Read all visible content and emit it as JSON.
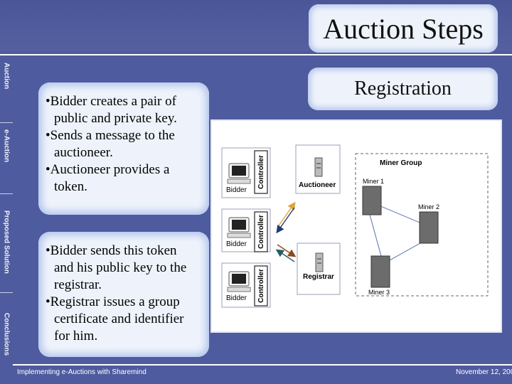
{
  "slide": {
    "title": "Auction Steps",
    "subtitle": "Registration"
  },
  "sidebar": {
    "tabs": [
      {
        "label": "Auction"
      },
      {
        "label": "e-Auction"
      },
      {
        "label": "Proposed Solution"
      },
      {
        "label": "Conclusions"
      }
    ]
  },
  "bubbles": [
    {
      "bullets": [
        "•Bidder creates a pair of",
        "public and private key.",
        "•Sends a message to the",
        "auctioneer.",
        "•Auctioneer provides a",
        "token."
      ]
    },
    {
      "bullets": [
        "•Bidder sends this token",
        "and his public key to the",
        "registrar.",
        "•Registrar issues a group",
        "certificate and identifier",
        "for him."
      ]
    }
  ],
  "diagram": {
    "bidder_label": "Bidder",
    "controller_label": "Controller",
    "auctioneer_label": "Auctioneer",
    "registrar_label": "Registrar",
    "group_label": "Miner Group",
    "miner1_label": "Miner 1",
    "miner2_label": "Miner 2",
    "miner3_label": "Miner 3",
    "colors": {
      "arrow_gold": "#e2a23a",
      "arrow_blue": "#1f3d6e",
      "arrow_brown": "#8a4a1a",
      "arrow_teal": "#2a5a6a"
    }
  },
  "footer": {
    "left": "Implementing e-Auctions with Sharemind",
    "right": "November 12, 200"
  }
}
